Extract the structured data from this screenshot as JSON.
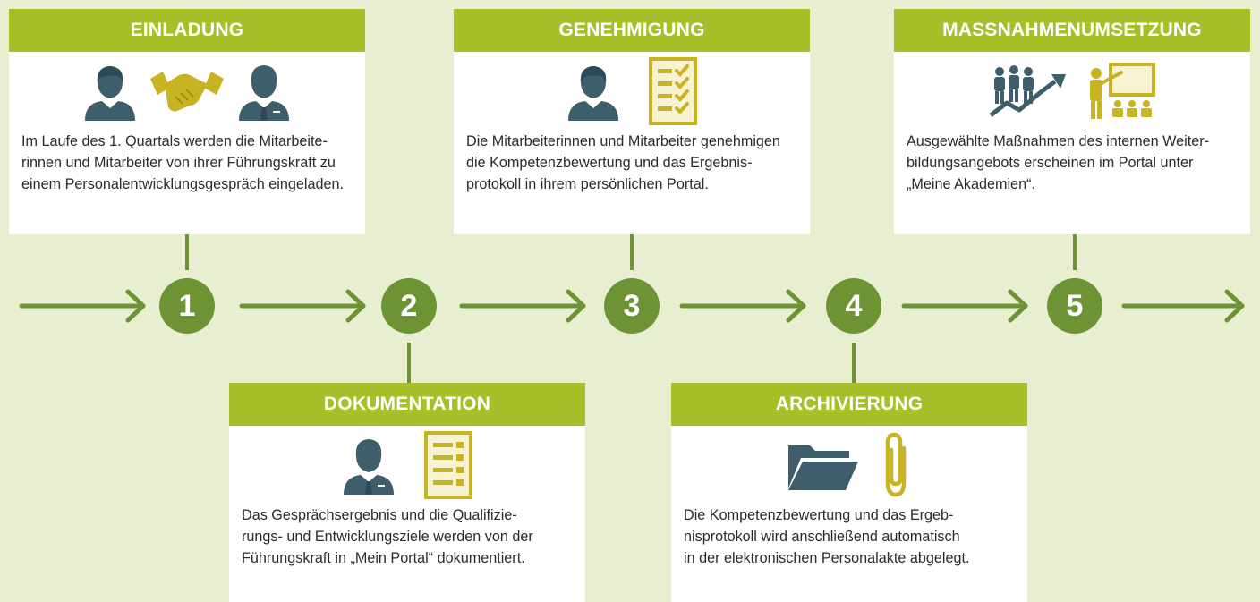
{
  "colors": {
    "background": "#e8efd0",
    "header": "#a8bf2a",
    "accent_green": "#6e9334",
    "icon_slate": "#3e5e6c",
    "icon_gold": "#c8b422"
  },
  "steps": [
    "1",
    "2",
    "3",
    "4",
    "5"
  ],
  "cards": {
    "einladung": {
      "title": "EINLADUNG",
      "lines": [
        "Im Laufe des 1. Quartals werden die Mitarbeite-",
        "rinnen und Mitarbeiter von ihrer Führungskraft zu",
        "einem Personalentwicklungsgespräch eingeladen."
      ],
      "icons": [
        "person-icon",
        "handshake-icon",
        "businessman-icon"
      ]
    },
    "dokumentation": {
      "title": "DOKUMENTATION",
      "lines": [
        "Das Gesprächsergebnis und die Qualifizie-",
        "rungs- und Entwicklungsziele werden von der",
        "Führungskraft in „Mein Portal“ dokumentiert."
      ],
      "icons": [
        "businessman-icon",
        "document-list-icon"
      ]
    },
    "genehmigung": {
      "title": "GENEHMIGUNG",
      "lines": [
        "Die Mitarbeiterinnen und Mitarbeiter genehmigen",
        "die Kompetenzbewertung und das Ergebnis-",
        "protokoll in ihrem persönlichen Portal."
      ],
      "icons": [
        "person-icon",
        "checklist-icon"
      ]
    },
    "archivierung": {
      "title": "ARCHIVIERUNG",
      "lines": [
        "Die Kompetenzbewertung und das Ergeb-",
        "nisprotokoll wird anschließend automatisch",
        "in der elektronischen Personalakte abgelegt."
      ],
      "icons": [
        "folder-icon",
        "paperclip-icon"
      ]
    },
    "massnahmen": {
      "title": "MASSNAHMENUMSETZUNG",
      "lines": [
        "Ausgewählte Maßnahmen des internen Weiter-",
        "bildungsangebots erscheinen im Portal unter",
        "„Meine Akademien“."
      ],
      "icons": [
        "growth-team-icon",
        "presentation-icon"
      ]
    }
  }
}
